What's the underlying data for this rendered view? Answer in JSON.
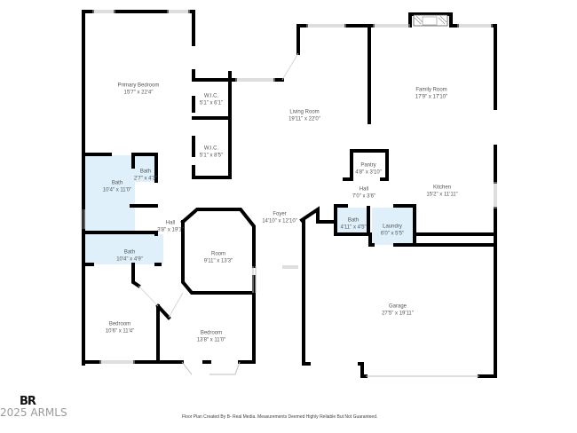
{
  "plan": {
    "type": "floor-plan",
    "wall_color": "#000000",
    "wet_area_fill": "#dff0fb",
    "rooms": [
      {
        "id": "primary-bedroom",
        "name": "Primary Bedroom",
        "dims": "15'7\" x 22'4\""
      },
      {
        "id": "wic-1",
        "name": "W.I.C.",
        "dims": "5'1\" x 6'1\""
      },
      {
        "id": "wic-2",
        "name": "W.I.C.",
        "dims": "5'1\" x 8'5\""
      },
      {
        "id": "bath-primary",
        "name": "Bath",
        "dims": "10'4\" x 11'0\""
      },
      {
        "id": "bath-small",
        "name": "Bath",
        "dims": "2'7\" x 4'3\""
      },
      {
        "id": "hall-west",
        "name": "Hall",
        "dims": "3'8\" x 19'1\""
      },
      {
        "id": "bath-hall",
        "name": "Bath",
        "dims": "10'4\" x 4'9\""
      },
      {
        "id": "room",
        "name": "Room",
        "dims": "9'11\" x 13'3\""
      },
      {
        "id": "bedroom-1",
        "name": "Bedroom",
        "dims": "10'6\" x 11'4\""
      },
      {
        "id": "bedroom-2",
        "name": "Bedroom",
        "dims": "13'8\" x 11'0\""
      },
      {
        "id": "living-room",
        "name": "Living Room",
        "dims": "19'11\" x 22'0\""
      },
      {
        "id": "foyer",
        "name": "Foyer",
        "dims": "14'10\" x 12'10\""
      },
      {
        "id": "family-room",
        "name": "Family Room",
        "dims": "17'9\" x 17'10\""
      },
      {
        "id": "pantry",
        "name": "Pantry",
        "dims": "4'8\" x 3'10\""
      },
      {
        "id": "hall-east",
        "name": "Hall",
        "dims": "7'0\" x 3'6\""
      },
      {
        "id": "kitchen",
        "name": "Kitchen",
        "dims": "15'2\" x 11'11\""
      },
      {
        "id": "bath-east",
        "name": "Bath",
        "dims": "4'11\" x 4'5\""
      },
      {
        "id": "laundry",
        "name": "Laundry",
        "dims": "6'0\" x 5'5\""
      },
      {
        "id": "garage",
        "name": "Garage",
        "dims": "27'5\" x 19'11\""
      }
    ]
  },
  "footer": {
    "logo": "BR",
    "watermark": "2025 ARMLS",
    "disclaimer": "Floor Plan Created By B- Real Media. Measurements Deemed Highly Reliable But Not Guaranteed."
  }
}
